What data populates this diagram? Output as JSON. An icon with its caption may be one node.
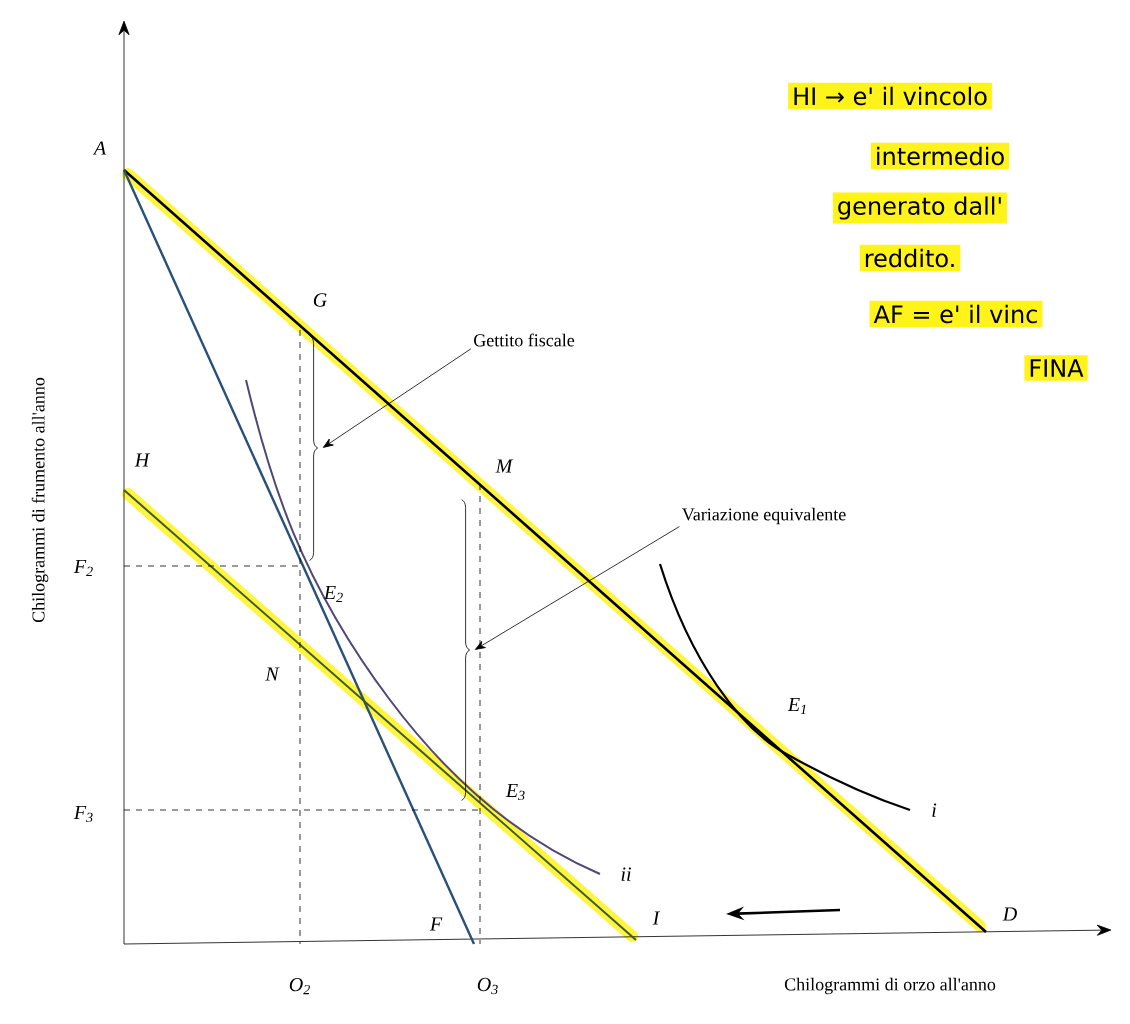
{
  "diagram": {
    "nodes": [
      {
        "text": [
          "Gettito fiscale"
        ]
      },
      {
        "text": [],
        "shape": "brace"
      },
      {
        "text": [
          "Variazione equivalente"
        ]
      },
      {
        "text": [],
        "shape": "brace"
      }
    ],
    "edges": [
      {
        "from": 0,
        "to": 1,
        "arrow": "to"
      },
      {
        "from": 2,
        "to": 3,
        "arrow": "to"
      }
    ],
    "labels": [
      "Chilogrammi di frumento all'anno",
      "HI → e' il vincolo",
      "intermedio",
      "generato dall'",
      "reddito.",
      "AF = e' il vinc",
      "FINA",
      "A",
      "G",
      "H",
      "M",
      "F$_{2}$",
      "E$_{2}$",
      "N",
      "E$_{1}$",
      "F$_{3}$",
      "E$_{3}$",
      "ii",
      "i",
      "F",
      "I",
      "D",
      "O$_{2}$",
      "O$_{3}$",
      "Chilogrammi di orzo all'anno"
    ]
  }
}
